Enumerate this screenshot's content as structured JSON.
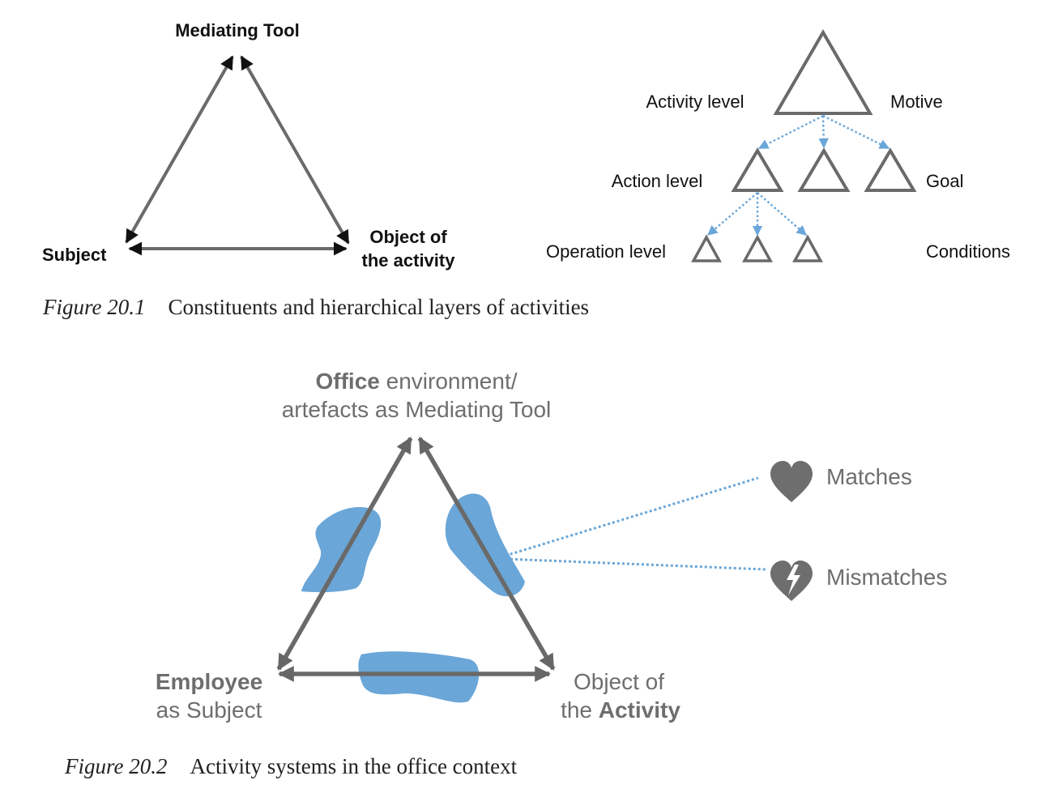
{
  "figure1": {
    "triangle": {
      "top_label": "Mediating Tool",
      "left_label": "Subject",
      "right_label_line1": "Object of",
      "right_label_line2": "the activity"
    },
    "hierarchy": {
      "activity_level": "Activity level",
      "motive": "Motive",
      "action_level": "Action level",
      "goal": "Goal",
      "operation_level": "Operation level",
      "conditions": "Conditions"
    },
    "caption_number": "Figure 20.1",
    "caption_text": "Constituents and hierarchical layers of activities"
  },
  "figure2": {
    "top_label_bold": "Office",
    "top_label_line1_rest": " environment/",
    "top_label_line2": "artefacts as Mediating Tool",
    "left_label_line1": "Employee",
    "left_label_line2": "as Subject",
    "right_label_line1": "Object of",
    "right_label_line2_prefix": "the ",
    "right_label_line2_bold": "Activity",
    "legend": {
      "matches": "Matches",
      "mismatches": "Mismatches",
      "matches_icon": "heart-icon",
      "mismatches_icon": "broken-heart-icon"
    },
    "caption_number": "Figure 20.2",
    "caption_text": "Activity systems in the office context"
  },
  "colors": {
    "line": "#6a6a6a",
    "blob": "#6aa6d8",
    "dotted": "#6aa6d8",
    "text": "#111111",
    "gray_text": "#6e6e6e"
  }
}
